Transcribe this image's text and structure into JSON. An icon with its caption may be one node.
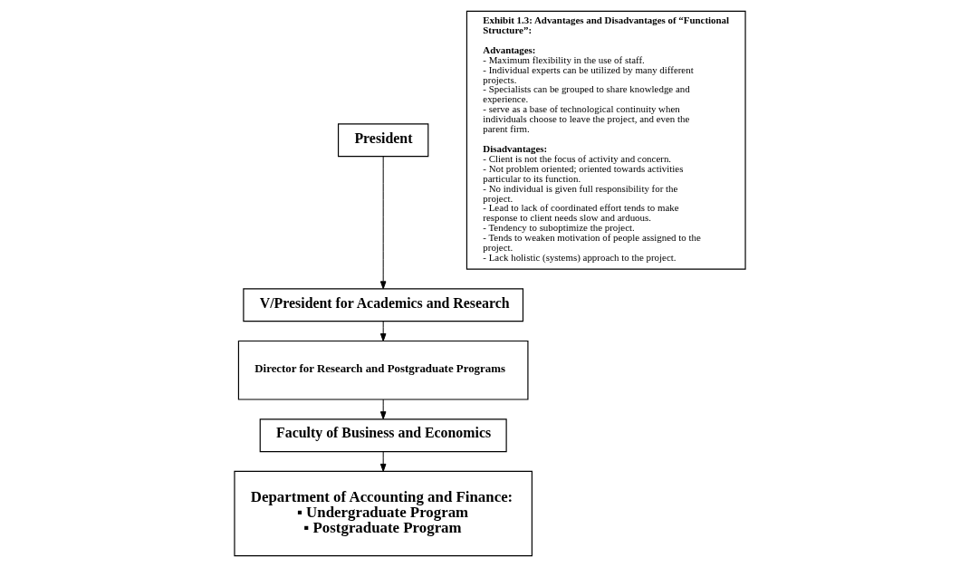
{
  "diagram": {
    "nodes": [
      {
        "text": [
          "President"
        ]
      },
      {
        "text": [
          "V/President for Academics and Research"
        ]
      },
      {
        "text": [
          "Director for Research and Postgraduate Programs"
        ]
      },
      {
        "text": [
          "Faculty of Business and Economics"
        ]
      },
      {
        "text": [
          "Department of Accounting and Finance:",
          "▪ Undergraduate Program",
          "▪ Postgraduate Program"
        ]
      },
      {
        "text": [
          "Exhibit 1.3: Advantages and Disadvantages of “Functional Structure”:",
          "Advantages:",
          "- Maximum flexibility in the use of staff.",
          "- Individual experts can be utilized by many different projects.",
          "- Specialists can be grouped to share knowledge and experience.",
          "- serve as a base of technological continuity when individuals choose to leave the project, and even the parent firm.",
          "Disadvantages:",
          "- Client is not the focus of activity and concern.",
          "- Not problem oriented; oriented towards activities particular to its function.",
          "- No individual is given full responsibility for the project.",
          "- Lead to lack of coordinated effort tends to make response to client needs slow and arduous.",
          "- Tendency to suboptimize the project.",
          "- Tends to weaken motivation of people assigned to the project.",
          "- Lack holistic (systems) approach to the project."
        ]
      }
    ],
    "edges": [
      {
        "from": 0,
        "to": 1,
        "arrow": "to"
      },
      {
        "from": 1,
        "to": 2,
        "arrow": "to"
      },
      {
        "from": 2,
        "to": 3,
        "arrow": "to"
      },
      {
        "from": 3,
        "to": 4,
        "arrow": "to"
      }
    ]
  }
}
